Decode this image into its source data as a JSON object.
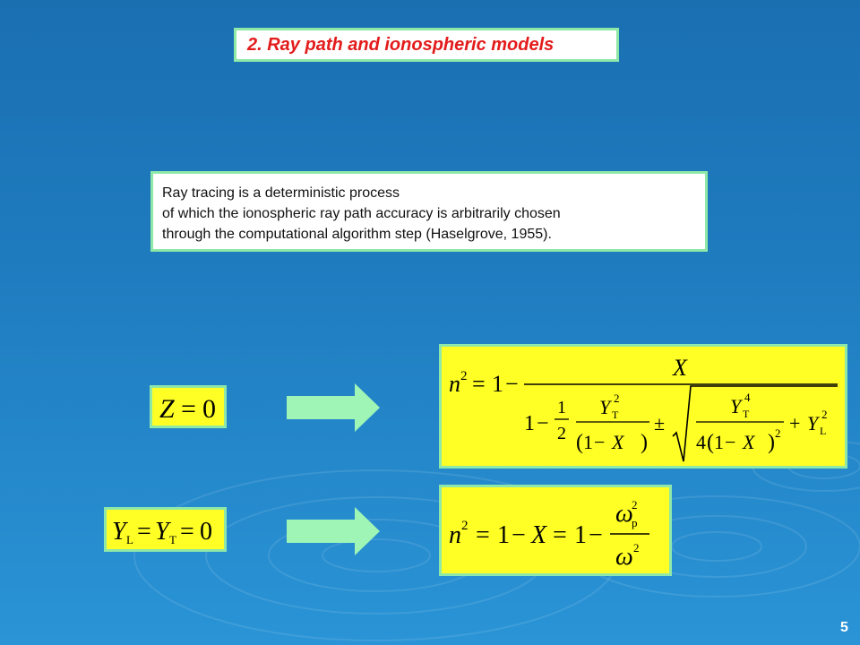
{
  "slide": {
    "title": "2. Ray path and ionospheric models",
    "body_lines": [
      "Ray tracing is a deterministic process",
      "of which the ionospheric ray path accuracy is arbitrarily chosen",
      "through the computational algorithm step (Haselgrove, 1955)."
    ],
    "page_number": "5",
    "colors": {
      "background": "#1f7dc0",
      "title_text": "#e31b1b",
      "box_border": "#8ee8a8",
      "equation_fill": "#ffff26",
      "arrow_fill": "#9ff5b5"
    }
  },
  "equations": {
    "condition_1": {
      "lhs": "Z",
      "eq": "=",
      "rhs": "0"
    },
    "condition_2": {
      "y": "Y",
      "sub_l": "L",
      "sub_t": "T",
      "eq": "=",
      "rhs": "0"
    },
    "formula_1": {
      "n": "n",
      "sq": "2",
      "eq": "=",
      "one": "1",
      "minus": "−",
      "x": "X",
      "half_num": "1",
      "half_den": "2",
      "y": "Y",
      "sub_t": "T",
      "sub_l": "L",
      "pow4": "4",
      "four": "4",
      "pm": "±",
      "plus": "+",
      "lp": "(",
      "rp": ")"
    },
    "formula_2": {
      "n": "n",
      "sq": "2",
      "eq": "=",
      "one": "1",
      "minus": "−",
      "x": "X",
      "omega": "ω",
      "sub_p": "p"
    }
  },
  "icons": [
    "right-arrow-icon",
    "right-arrow-icon"
  ]
}
